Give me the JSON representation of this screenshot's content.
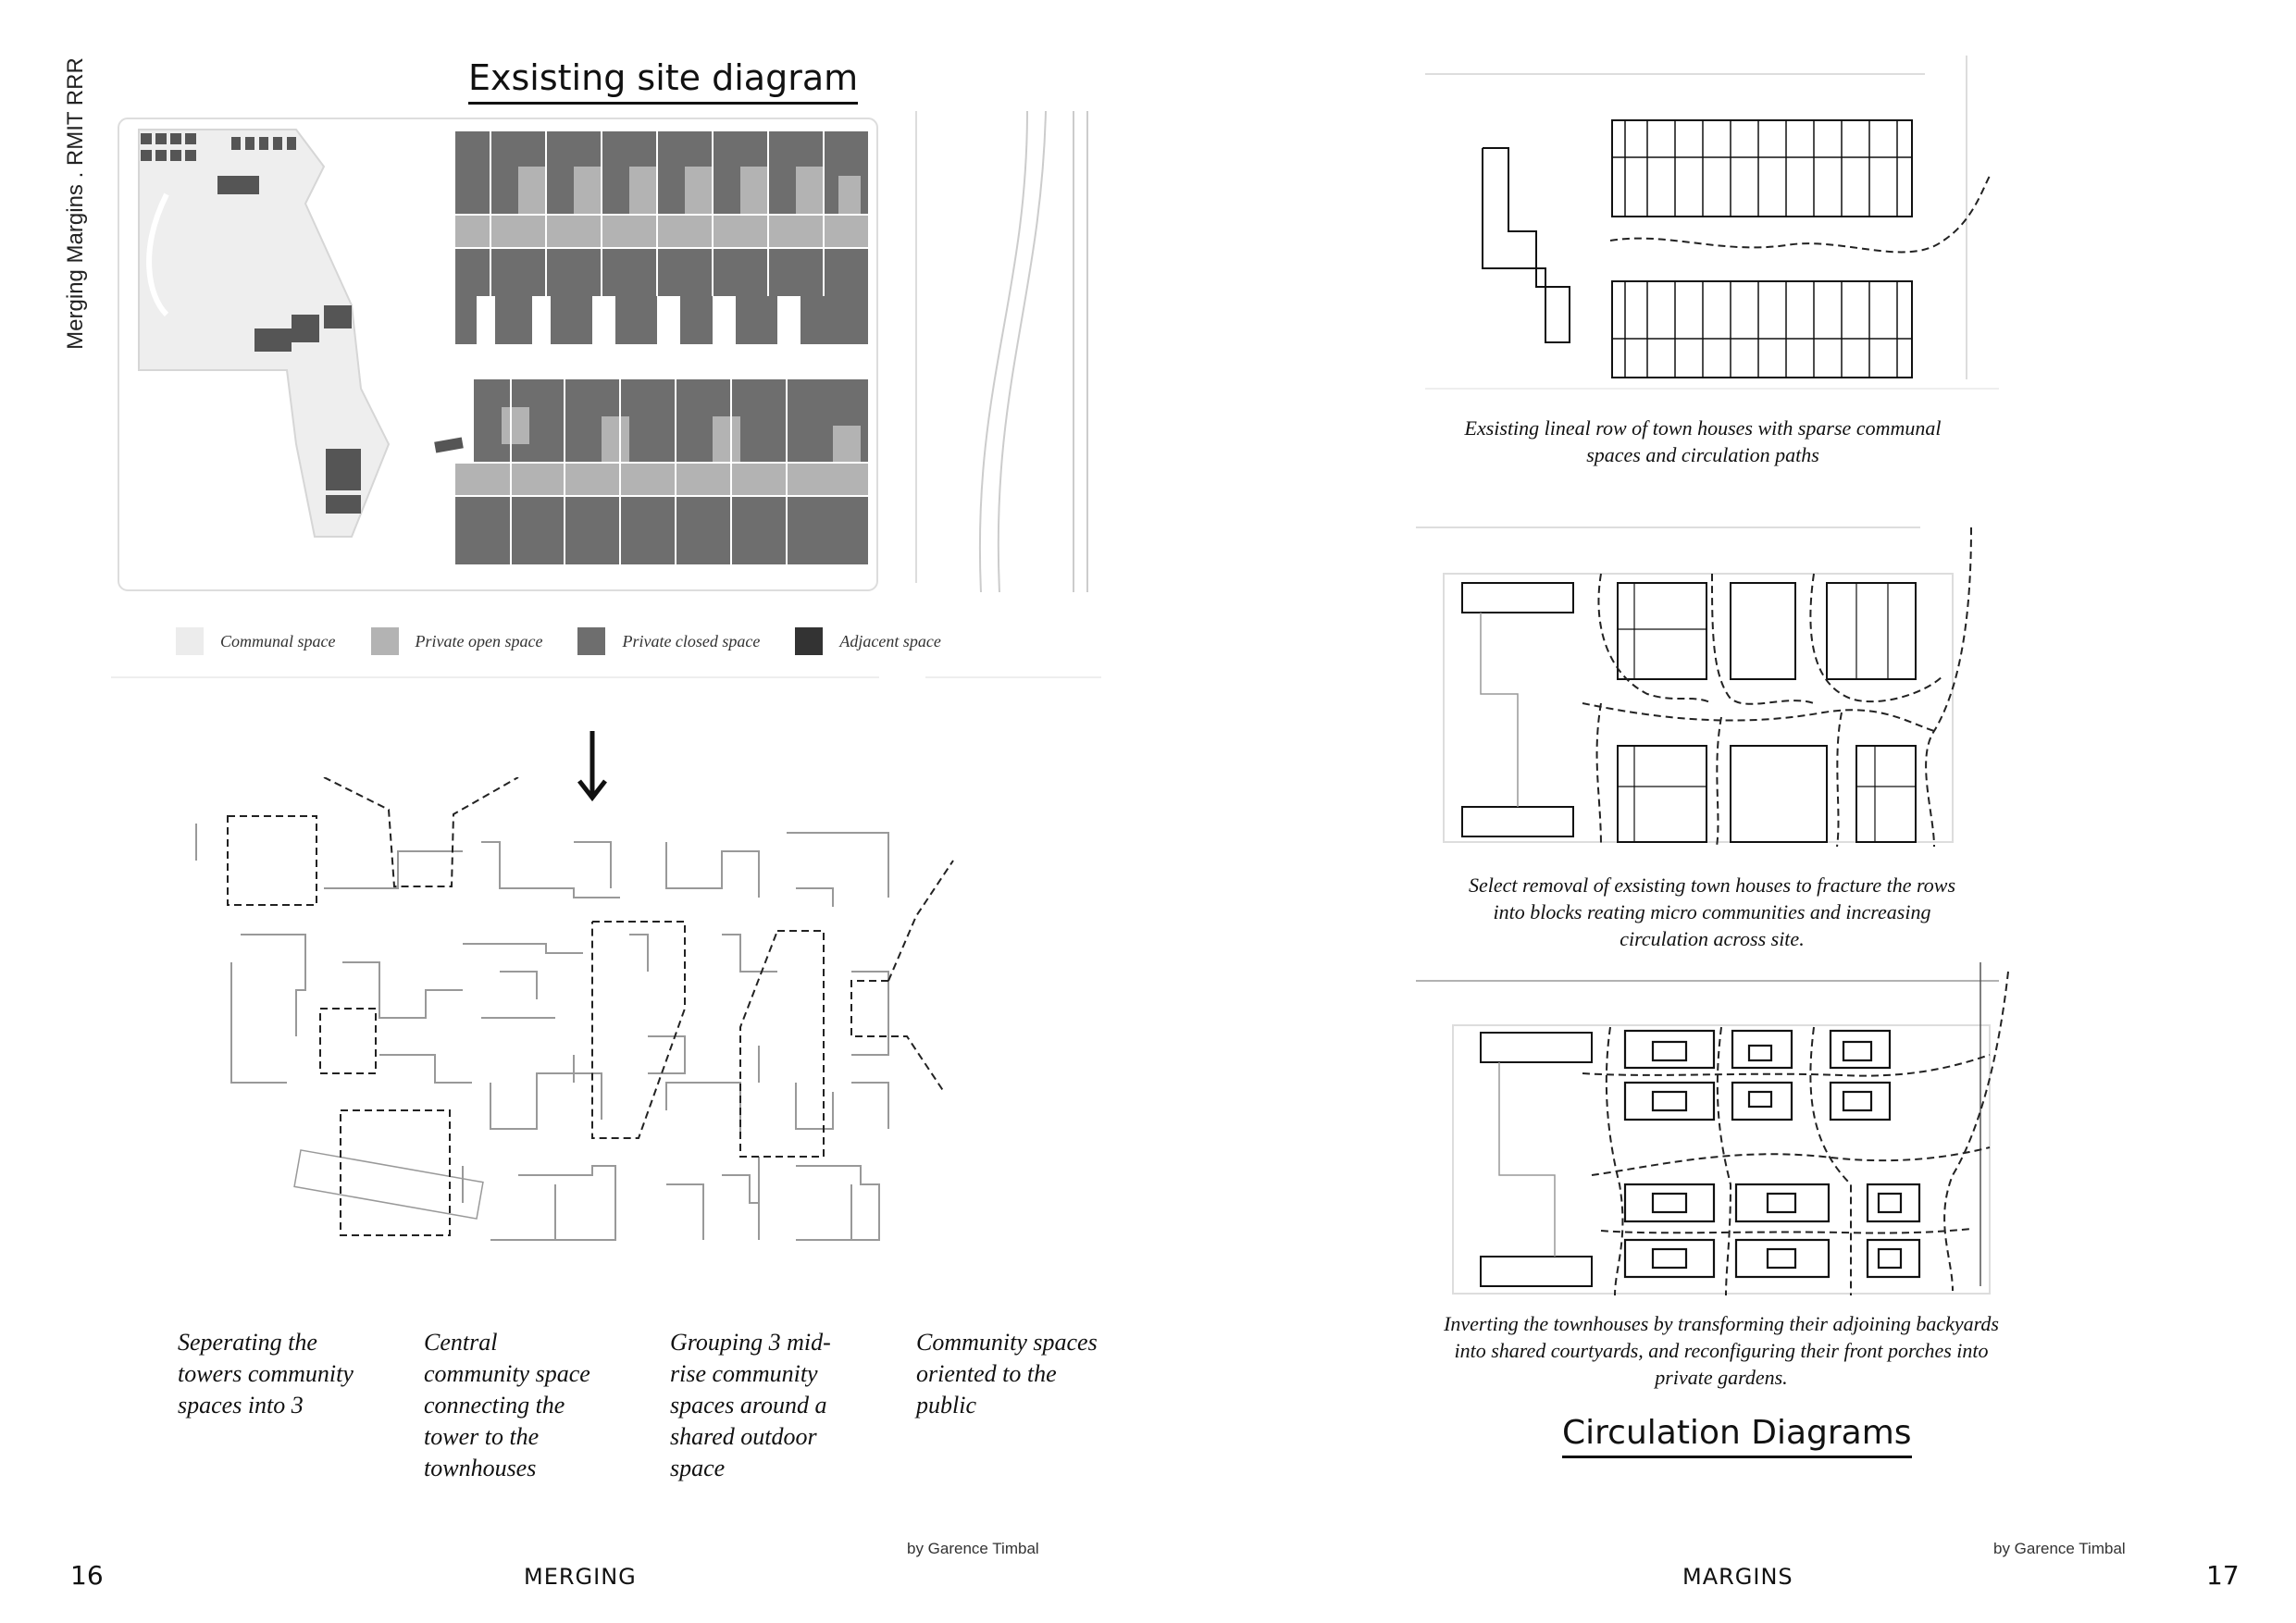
{
  "side_label": "Merging Margins . RMIT RRR",
  "left_page": {
    "title": "Exsisting site diagram",
    "legend": [
      {
        "label": "Communal space",
        "color": "#ececec"
      },
      {
        "label": "Private open space",
        "color": "#b3b3b3"
      },
      {
        "label": "Private closed space",
        "color": "#6e6e6e"
      },
      {
        "label": "Adjacent space",
        "color": "#333333"
      }
    ],
    "columns": [
      "Seperating the towers community spaces into 3",
      "Central community space connecting the tower to the townhouses",
      "Grouping 3 mid-rise community spaces around a shared outdoor space",
      "Community spaces oriented to the public"
    ],
    "footer": {
      "page_number": "16",
      "word": "MERGING",
      "by": "by Garence Timbal"
    }
  },
  "right_page": {
    "captions": [
      "Exsisting lineal row of town houses with sparse communal spaces and circulation paths",
      "Select removal of exsisting town houses to fracture the rows into blocks reating micro communities and increasing circulation across site.",
      "Inverting the townhouses by transforming their adjoining backyards into shared courtyards, and reconfiguring their front porches into private gardens."
    ],
    "title": "Circulation Diagrams",
    "footer": {
      "page_number": "17",
      "word": "MARGINS",
      "by": "by Garence Timbal"
    }
  }
}
